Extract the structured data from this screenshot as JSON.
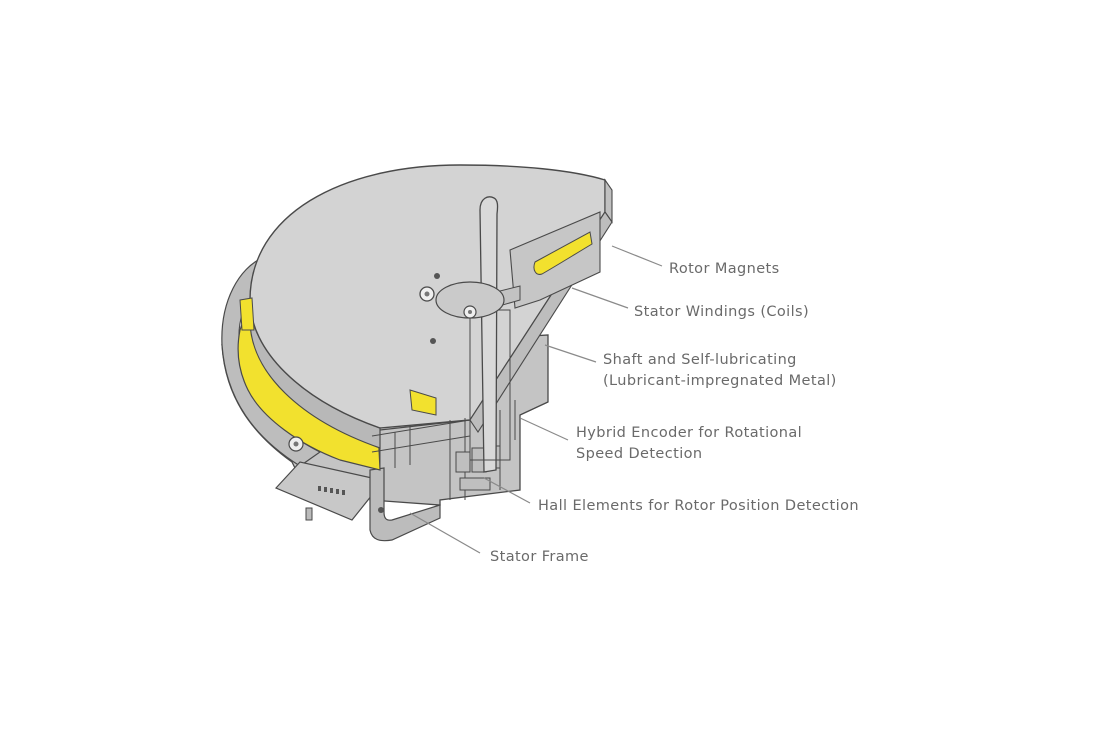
{
  "colors": {
    "background": "#ffffff",
    "body_gray": "#c9c9c9",
    "top_face": "#d6d6d6",
    "outline": "#4a4a4a",
    "coil_yellow": "#f2e12e",
    "leader_line": "#8a8a8a",
    "label_text": "#6a6a6a"
  },
  "labels": {
    "rotor_magnets": "Rotor Magnets",
    "stator_windings": "Stator Windings (Coils)",
    "shaft_line1": "Shaft and Self-lubricating",
    "shaft_line2": "(Lubricant-impregnated Metal)",
    "encoder_line1": "Hybrid Encoder for Rotational",
    "encoder_line2": "Speed Detection",
    "hall_elements": "Hall Elements for Rotor Position Detection",
    "stator_frame": "Stator Frame"
  }
}
